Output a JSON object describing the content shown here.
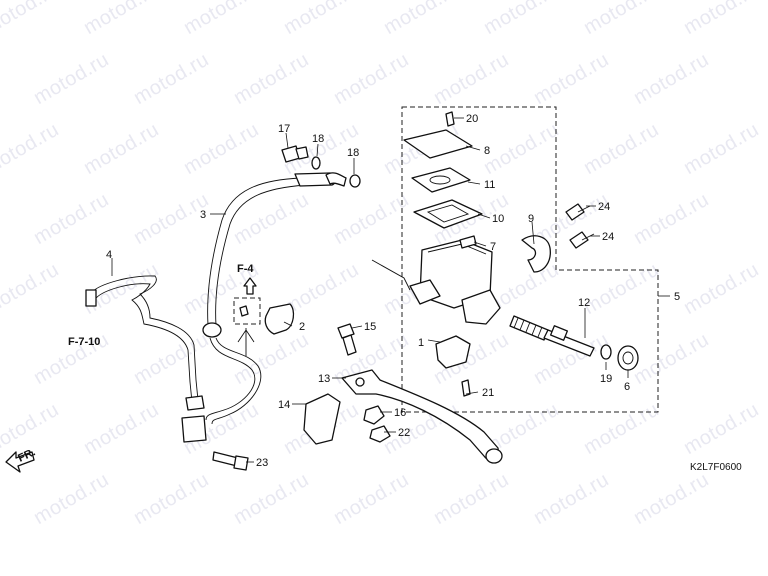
{
  "watermark_text": "motod.ru",
  "diagram_code": "K2L7F0600",
  "direction_label": "FR.",
  "section_refs": {
    "upper": "F-4",
    "left": "F-7-10"
  },
  "callouts": {
    "c1": "1",
    "c2": "2",
    "c3": "3",
    "c4": "4",
    "c5": "5",
    "c6": "6",
    "c7": "7",
    "c8": "8",
    "c9": "9",
    "c10": "10",
    "c11": "11",
    "c12": "12",
    "c13": "13",
    "c14": "14",
    "c15": "15",
    "c16": "16",
    "c17": "17",
    "c18a": "18",
    "c18b": "18",
    "c19": "19",
    "c20": "20",
    "c21": "21",
    "c22": "22",
    "c23": "23",
    "c24a": "24",
    "c24b": "24"
  },
  "colors": {
    "line": "#111111",
    "background": "#ffffff",
    "watermark": "#9696be"
  }
}
